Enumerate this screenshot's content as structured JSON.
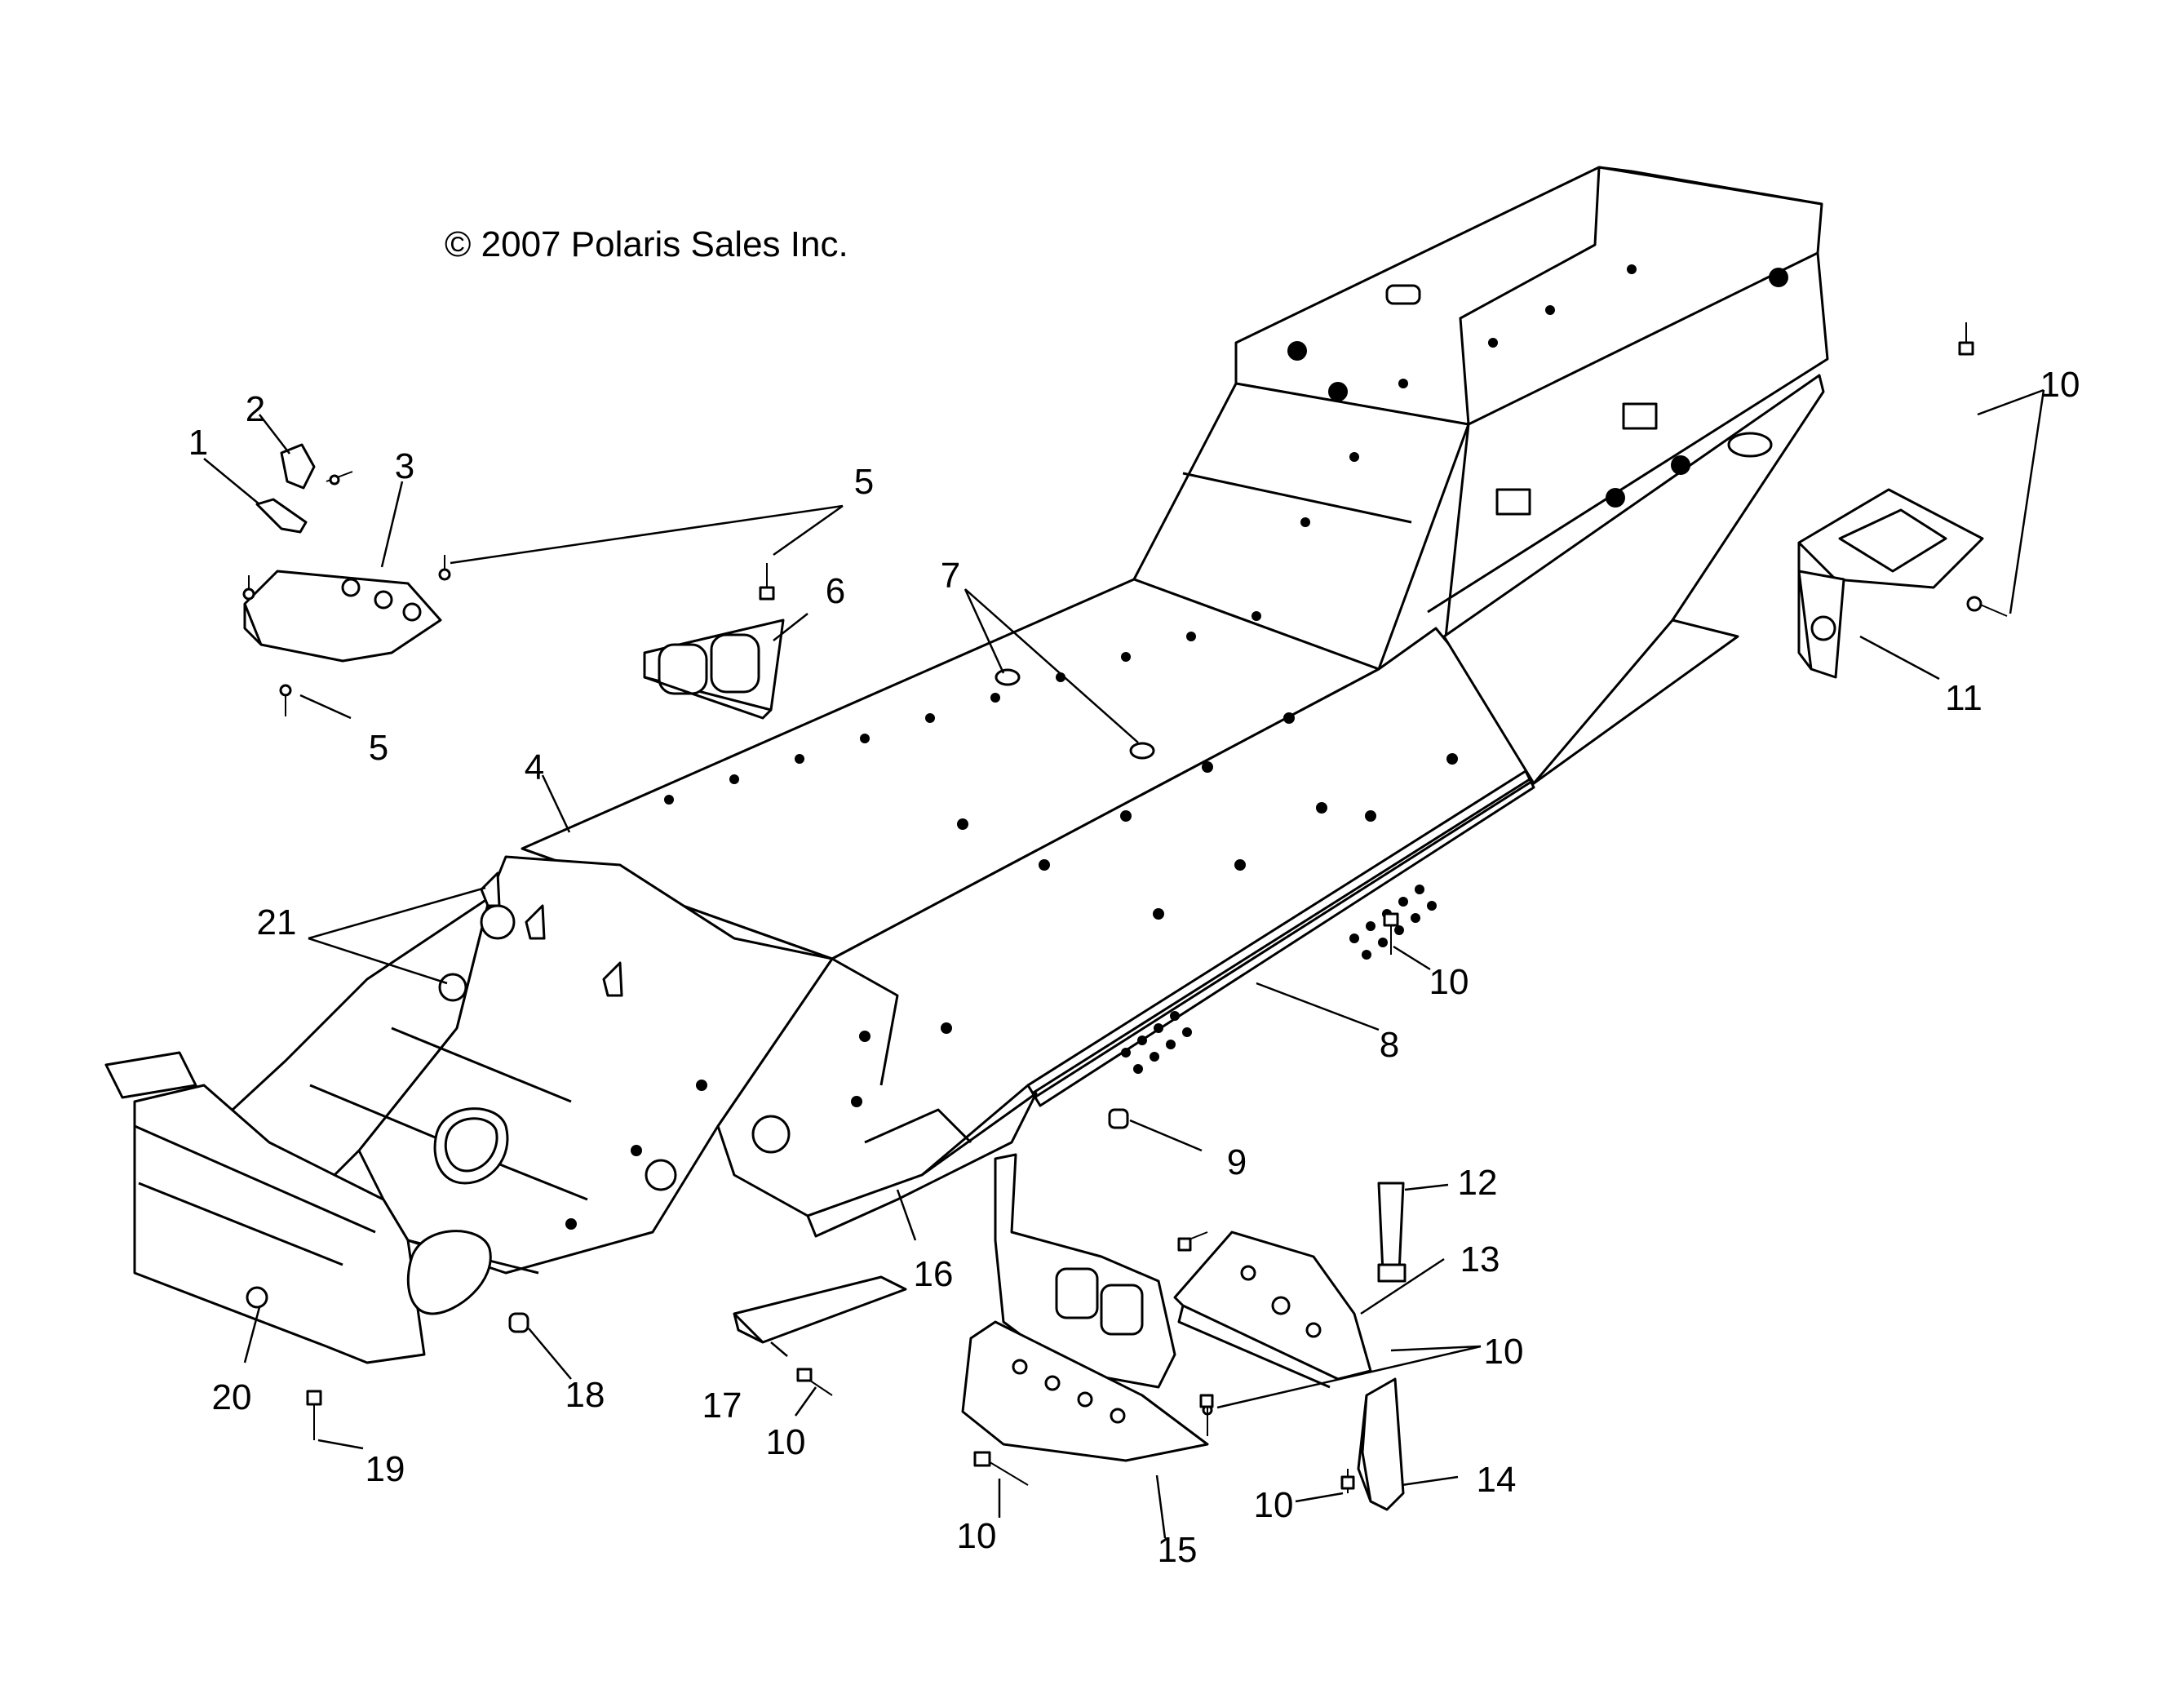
{
  "copyright": "© 2007 Polaris Sales Inc.",
  "callouts": [
    {
      "id": "1",
      "text": "1"
    },
    {
      "id": "2",
      "text": "2"
    },
    {
      "id": "3",
      "text": "3"
    },
    {
      "id": "5a",
      "text": "5"
    },
    {
      "id": "5b",
      "text": "5"
    },
    {
      "id": "6",
      "text": "6"
    },
    {
      "id": "7",
      "text": "7"
    },
    {
      "id": "4",
      "text": "4"
    },
    {
      "id": "21",
      "text": "21"
    },
    {
      "id": "10a",
      "text": "10"
    },
    {
      "id": "11",
      "text": "11"
    },
    {
      "id": "10b",
      "text": "10"
    },
    {
      "id": "8",
      "text": "8"
    },
    {
      "id": "9",
      "text": "9"
    },
    {
      "id": "16",
      "text": "16"
    },
    {
      "id": "12",
      "text": "12"
    },
    {
      "id": "13",
      "text": "13"
    },
    {
      "id": "10c",
      "text": "10"
    },
    {
      "id": "17",
      "text": "17"
    },
    {
      "id": "10d",
      "text": "10"
    },
    {
      "id": "18",
      "text": "18"
    },
    {
      "id": "20",
      "text": "20"
    },
    {
      "id": "19",
      "text": "19"
    },
    {
      "id": "10e",
      "text": "10"
    },
    {
      "id": "15",
      "text": "15"
    },
    {
      "id": "10f",
      "text": "10"
    },
    {
      "id": "14",
      "text": "14"
    }
  ]
}
